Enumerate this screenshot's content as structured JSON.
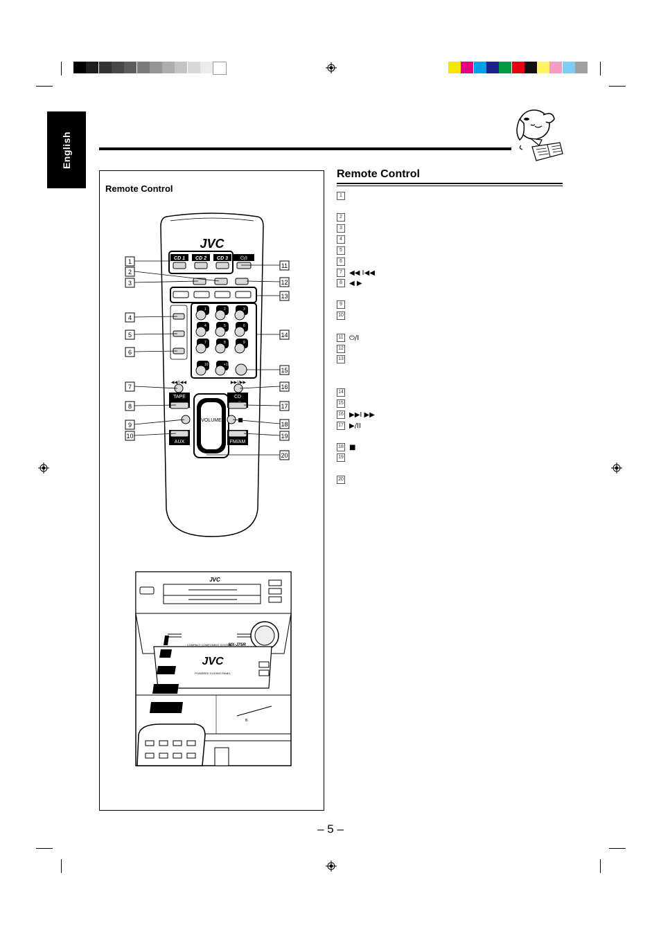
{
  "header": {
    "language_tab": "English",
    "grey_swatches": [
      "#000000",
      "#1e1e1e",
      "#333333",
      "#474747",
      "#5c5c5c",
      "#7a7a7a",
      "#959595",
      "#adadad",
      "#c4c4c4",
      "#d9d9d9",
      "#ececec",
      "#ffffff"
    ],
    "color_swatches": [
      "#f5e600",
      "#e6007e",
      "#00a0e9",
      "#1d2088",
      "#009944",
      "#e60012",
      "#111111",
      "#fff462",
      "#f19ec2",
      "#7ecef4",
      "#9fa0a0"
    ]
  },
  "figure": {
    "title": "Remote Control",
    "brand": "JVC",
    "remote_labels": {
      "cd1": "CD 1",
      "cd2": "CD 2",
      "cd3": "CD 3",
      "power": "⏻/I",
      "keys": [
        "1",
        "2",
        "3",
        "4",
        "5",
        "6",
        "7",
        "8",
        "9",
        "10",
        "+10"
      ],
      "rew": "◀◀/I◀◀",
      "fwd": "▶▶I/▶▶",
      "tape": "TAPE",
      "tape_sub": "◀ ▶",
      "cd": "CD",
      "cd_sub": "▶/II",
      "volume": "VOLUME",
      "stop": "■",
      "aux": "AUX",
      "fmam": "FM/AM"
    },
    "callouts": [
      "1",
      "2",
      "3",
      "4",
      "5",
      "6",
      "7",
      "8",
      "9",
      "10",
      "11",
      "12",
      "13",
      "14",
      "15",
      "16",
      "17",
      "18",
      "19",
      "20"
    ],
    "unit_labels": {
      "brand": "JVC",
      "model_line": "COMPACT COMPONENT SYSTEM",
      "model": "MX-J75R",
      "panel": "POWERED SLIDING PANEL",
      "door_letter": "B"
    }
  },
  "section": {
    "title": "Remote Control",
    "items": [
      {
        "num": "1",
        "text": ""
      },
      {
        "num": "2",
        "text": ""
      },
      {
        "num": "3",
        "text": ""
      },
      {
        "num": "4",
        "text": ""
      },
      {
        "num": "5",
        "text": ""
      },
      {
        "num": "6",
        "text": ""
      },
      {
        "num": "7",
        "text": "◀◀  I◀◀"
      },
      {
        "num": "8",
        "text": "◀ ▶"
      },
      {
        "num": "9",
        "text": ""
      },
      {
        "num": "10",
        "text": ""
      },
      {
        "num": "11",
        "text": "⏻/I"
      },
      {
        "num": "12",
        "text": ""
      },
      {
        "num": "13",
        "text": ""
      },
      {
        "num": "14",
        "text": ""
      },
      {
        "num": "15",
        "text": ""
      },
      {
        "num": "16",
        "text": "▶▶I  ▶▶"
      },
      {
        "num": "17",
        "text": "▶/II"
      },
      {
        "num": "18",
        "text": "■"
      },
      {
        "num": "19",
        "text": ""
      },
      {
        "num": "20",
        "text": ""
      }
    ]
  },
  "footer": {
    "page_number": "– 5 –"
  }
}
